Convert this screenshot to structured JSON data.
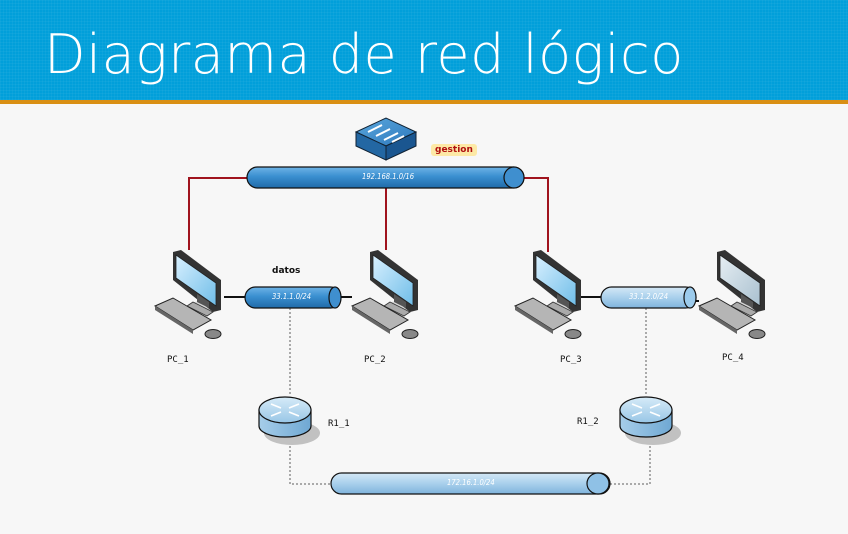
{
  "header": {
    "title": "Diagrama de red lógico",
    "background_color": "#019fda",
    "stripe_color": "#d98f14"
  },
  "diagram": {
    "switch": {
      "name": "switch-icon",
      "tag": "gestion"
    },
    "networks": {
      "management": {
        "label": "192.168.1.0/16",
        "color": "#3a8fd0"
      },
      "datos_left": {
        "label": "33.1.1.0/24",
        "caption": "datos",
        "color": "#3a8fd0"
      },
      "datos_right": {
        "label": "33.1.2.0/24",
        "color": "#9cc8e8"
      },
      "backbone": {
        "label": "172.16.1.0/24",
        "color": "#9cc8e8"
      }
    },
    "pcs": [
      {
        "label": "PC_1"
      },
      {
        "label": "PC_2"
      },
      {
        "label": "PC_3"
      },
      {
        "label": "PC_4"
      }
    ],
    "routers": [
      {
        "label": "R1_1"
      },
      {
        "label": "R1_2"
      }
    ],
    "link_colors": {
      "management": "#a0141e",
      "ethernet": "#111111",
      "serial": "#aaaaaa"
    }
  }
}
